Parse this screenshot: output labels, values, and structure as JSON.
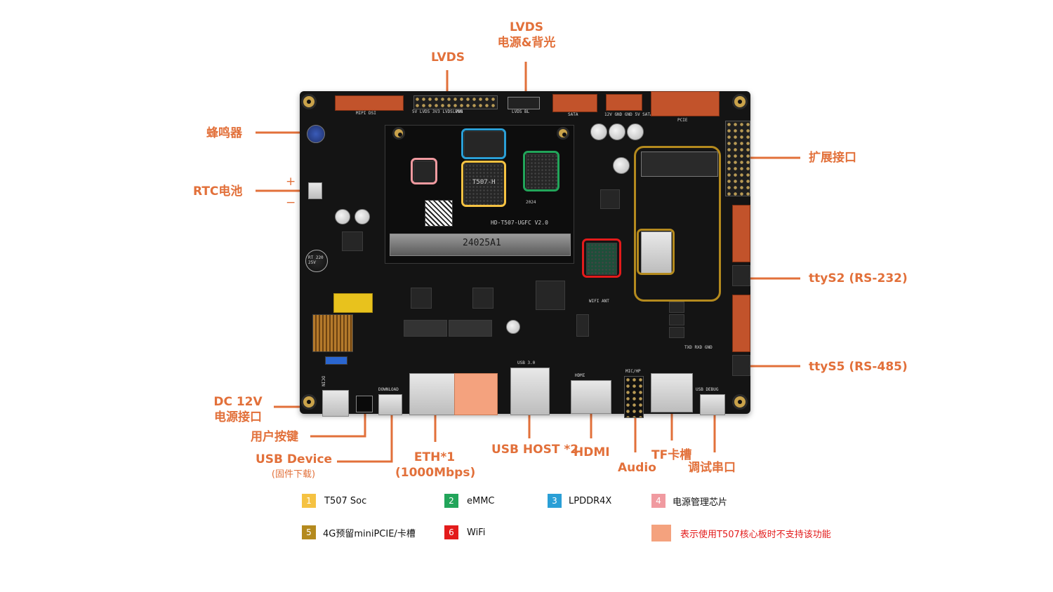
{
  "colors": {
    "label": "#e2703a",
    "board": "#141414",
    "connector": "#c2532b"
  },
  "labels": {
    "lvds": "LVDS",
    "lvds_power_line1": "LVDS",
    "lvds_power_line2": "电源&背光",
    "buzzer": "蜂鸣器",
    "rtc_battery": "RTC电池",
    "rtc_plus": "+",
    "rtc_minus": "−",
    "expansion": "扩展接口",
    "tty_s2": "ttyS2 (RS-232)",
    "tty_s5": "ttyS5 (RS-485)",
    "dc_line1": "DC 12V",
    "dc_line2": "电源接口",
    "user_key": "用户按键",
    "usb_device": "USB Device",
    "usb_device_sub": "(固件下载)",
    "eth_line1": "ETH*1",
    "eth_line2": "(1000Mbps)",
    "usb_host": "USB HOST *2",
    "hdmi": "HDMI",
    "audio": "Audio",
    "tf_slot": "TF卡槽",
    "debug_uart": "调试串口"
  },
  "board_silk": {
    "mipi": "MIPI DSI",
    "lvds": "LVDS",
    "lvds_pwr": "5V LVDS 3V3   LVDS PWR",
    "lvds_bl": "LVDS BL",
    "sata": "SATA",
    "sata_pwr": "12V GND GND 5V  SATA PWR",
    "pcie": "PCIE",
    "module_name": "HD-T507-UGFC V2.0",
    "module_year": "2024",
    "module_code": "24025A1",
    "soc_mark": "T507-H",
    "usb3": "USB 3.0",
    "hdmi": "HDMI",
    "mic": "MIC/HP",
    "download": "DOWNLOAD",
    "usb_debug": "USB DEBUG",
    "dcin": "DCIN",
    "wifi_ant": "WIFI ANT",
    "tx_rx": "TXD RXD GND",
    "cap_mark": "RT 220 25V"
  },
  "legend": [
    {
      "num": "1",
      "text": "T507 Soc",
      "color": "#f5c242"
    },
    {
      "num": "2",
      "text": "eMMC",
      "color": "#22a55a"
    },
    {
      "num": "3",
      "text": "LPDDR4X",
      "color": "#2a9fd6"
    },
    {
      "num": "4",
      "text": "电源管理芯片",
      "color": "#f09aa0"
    },
    {
      "num": "5",
      "text": "4G预留miniPCIE/卡槽",
      "color": "#b48a1e"
    },
    {
      "num": "6",
      "text": "WiFi",
      "color": "#e31b1b"
    }
  ],
  "note": {
    "text": "表示使用T507核心板时不支持该功能",
    "text_color": "#e31b1b",
    "swatch_color": "#f4a27e"
  }
}
